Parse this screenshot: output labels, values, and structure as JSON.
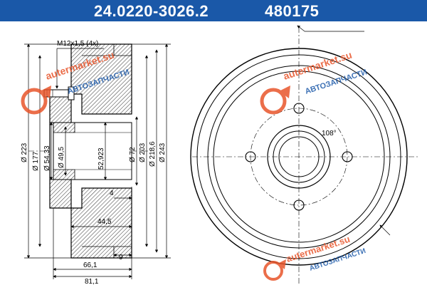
{
  "header": {
    "part_number": "24.0220-3026.2",
    "reference": "480175",
    "background_color": "#1a58a8"
  },
  "left_view": {
    "thread_label": "M12x1,5 (4x)",
    "dims": {
      "d223": "Ø 223",
      "d177": "Ø 177",
      "d54": "Ø 54,33",
      "d49": "Ø 49,5",
      "d52": "52,923",
      "d72": "Ø 72",
      "d203": "Ø 203",
      "d218": "Ø 218,6",
      "d243": "Ø 243",
      "w4": "4",
      "w44": "44,5",
      "w9": "9",
      "w66": "66,1",
      "w81": "81,1"
    }
  },
  "right_view": {
    "pcd_label": "108°"
  },
  "watermark": {
    "site": "autermarket.su",
    "sub": "АВТОЗАПЧАСТИ",
    "brand_color": "#e8542a"
  }
}
